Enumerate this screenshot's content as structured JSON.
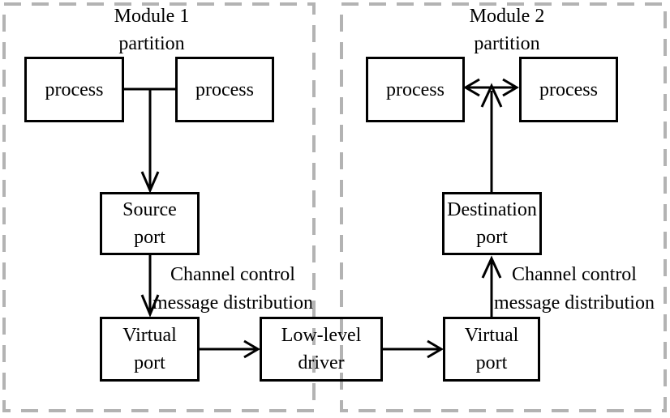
{
  "module1": {
    "title": "Module 1",
    "subtitle": "partition",
    "processes": [
      "process",
      "process"
    ],
    "source_port": [
      "Source",
      "port"
    ],
    "virtual_port": [
      "Virtual",
      "port"
    ],
    "channel_label": [
      "Channel control",
      "message distribution"
    ]
  },
  "module2": {
    "title": "Module 2",
    "subtitle": "partition",
    "processes": [
      "process",
      "process"
    ],
    "destination_port": [
      "Destination",
      "port"
    ],
    "virtual_port": [
      "Virtual",
      "port"
    ],
    "channel_label": [
      "Channel control",
      "message distribution"
    ]
  },
  "shared": {
    "low_level_driver": [
      "Low-level",
      "driver"
    ]
  },
  "colors": {
    "line": "#000000",
    "dash": "#b3b3b3",
    "box_fill": "#ffffff"
  }
}
